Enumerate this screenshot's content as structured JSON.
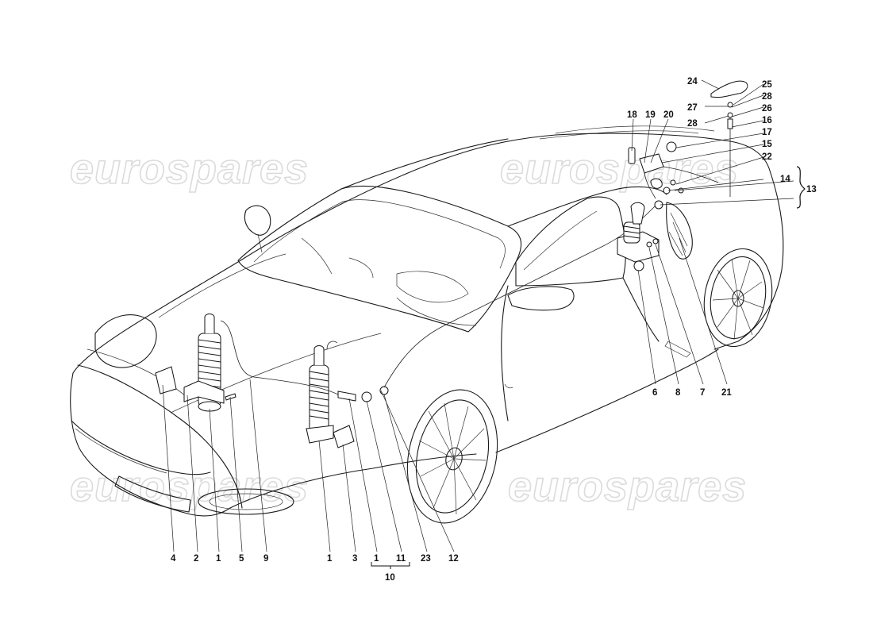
{
  "watermark": {
    "text": "eurospares"
  },
  "callouts": {
    "c1a": "1",
    "c1b": "1",
    "c2": "2",
    "c3": "3",
    "c4": "4",
    "c5": "5",
    "c6": "6",
    "c7": "7",
    "c8": "8",
    "c9": "9",
    "c10": "10",
    "c11": "11",
    "c12": "12",
    "c13": "13",
    "c14": "14",
    "c15": "15",
    "c16": "16",
    "c17": "17",
    "c18": "18",
    "c19": "19",
    "c20": "20",
    "c21": "21",
    "c22": "22",
    "c23": "23",
    "c24": "24",
    "c25": "25",
    "c26": "26",
    "c27": "27",
    "c28a": "28",
    "c28b": "28"
  }
}
